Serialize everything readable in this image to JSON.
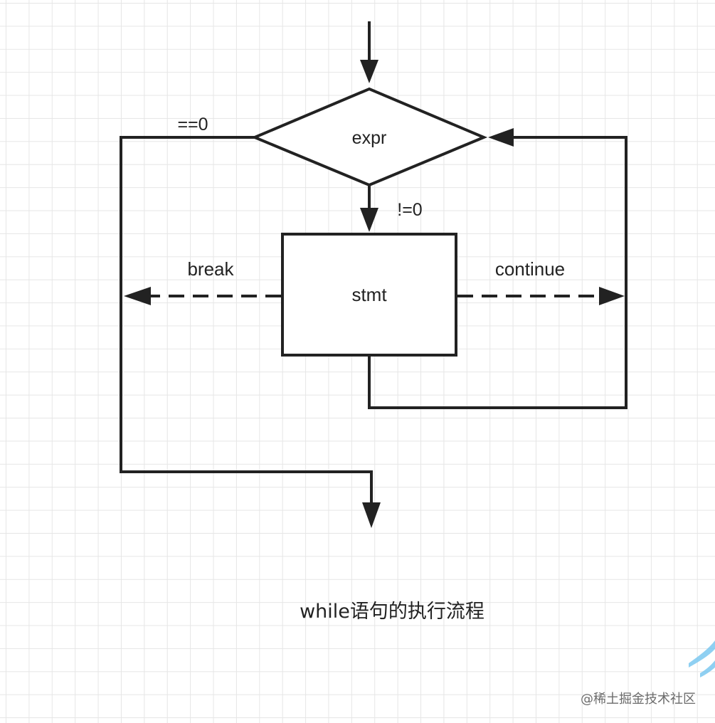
{
  "diagram": {
    "nodes": {
      "condition": {
        "label": "expr",
        "shape": "diamond"
      },
      "body": {
        "label": "stmt",
        "shape": "rectangle"
      }
    },
    "edges": {
      "false_exit": {
        "label": "==0",
        "style": "solid"
      },
      "true_branch": {
        "label": "!=0",
        "style": "solid"
      },
      "break_jump": {
        "label": "break",
        "style": "dashed"
      },
      "continue_jump": {
        "label": "continue",
        "style": "dashed"
      }
    },
    "caption": "while语句的执行流程"
  },
  "watermark": {
    "text": "@稀土掘金技术社区"
  },
  "colors": {
    "stroke": "#222222",
    "grid": "#e6e6e6",
    "background": "#ffffff",
    "watermark_accent": "#7cc8f0"
  }
}
